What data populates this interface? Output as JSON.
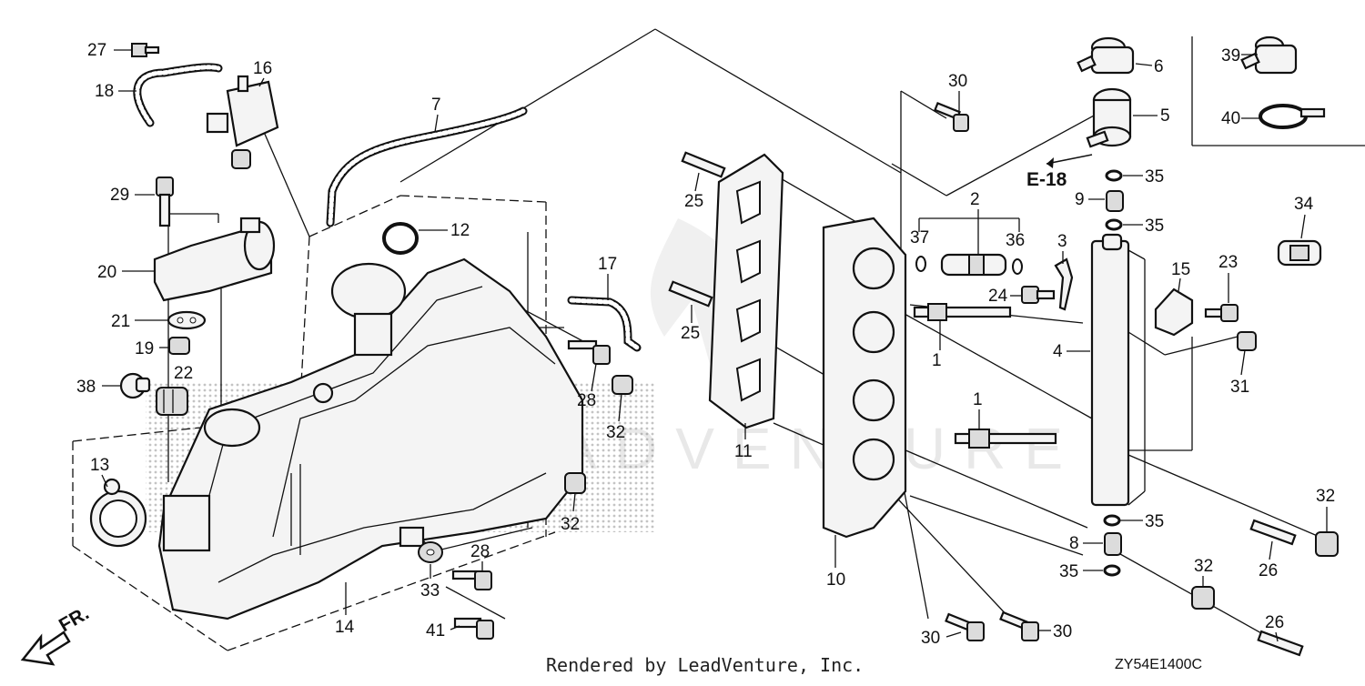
{
  "diagram": {
    "footer_text": "Rendered by LeadVenture, Inc.",
    "diagram_code": "ZY54E1400C",
    "ref_label": "E-18",
    "front_label": "FR.",
    "watermark": "LEADVENTURE"
  },
  "callouts": [
    "27",
    "18",
    "16",
    "7",
    "30",
    "6",
    "39",
    "40",
    "5",
    "35",
    "9",
    "35",
    "34",
    "29",
    "20",
    "12",
    "17",
    "2",
    "37",
    "36",
    "3",
    "23",
    "15",
    "25",
    "25",
    "24",
    "21",
    "19",
    "1",
    "4",
    "38",
    "22",
    "28",
    "31",
    "32",
    "1",
    "11",
    "13",
    "32",
    "10",
    "35",
    "8",
    "32",
    "28",
    "35",
    "33",
    "14",
    "32",
    "26",
    "26",
    "41",
    "30",
    "30"
  ]
}
